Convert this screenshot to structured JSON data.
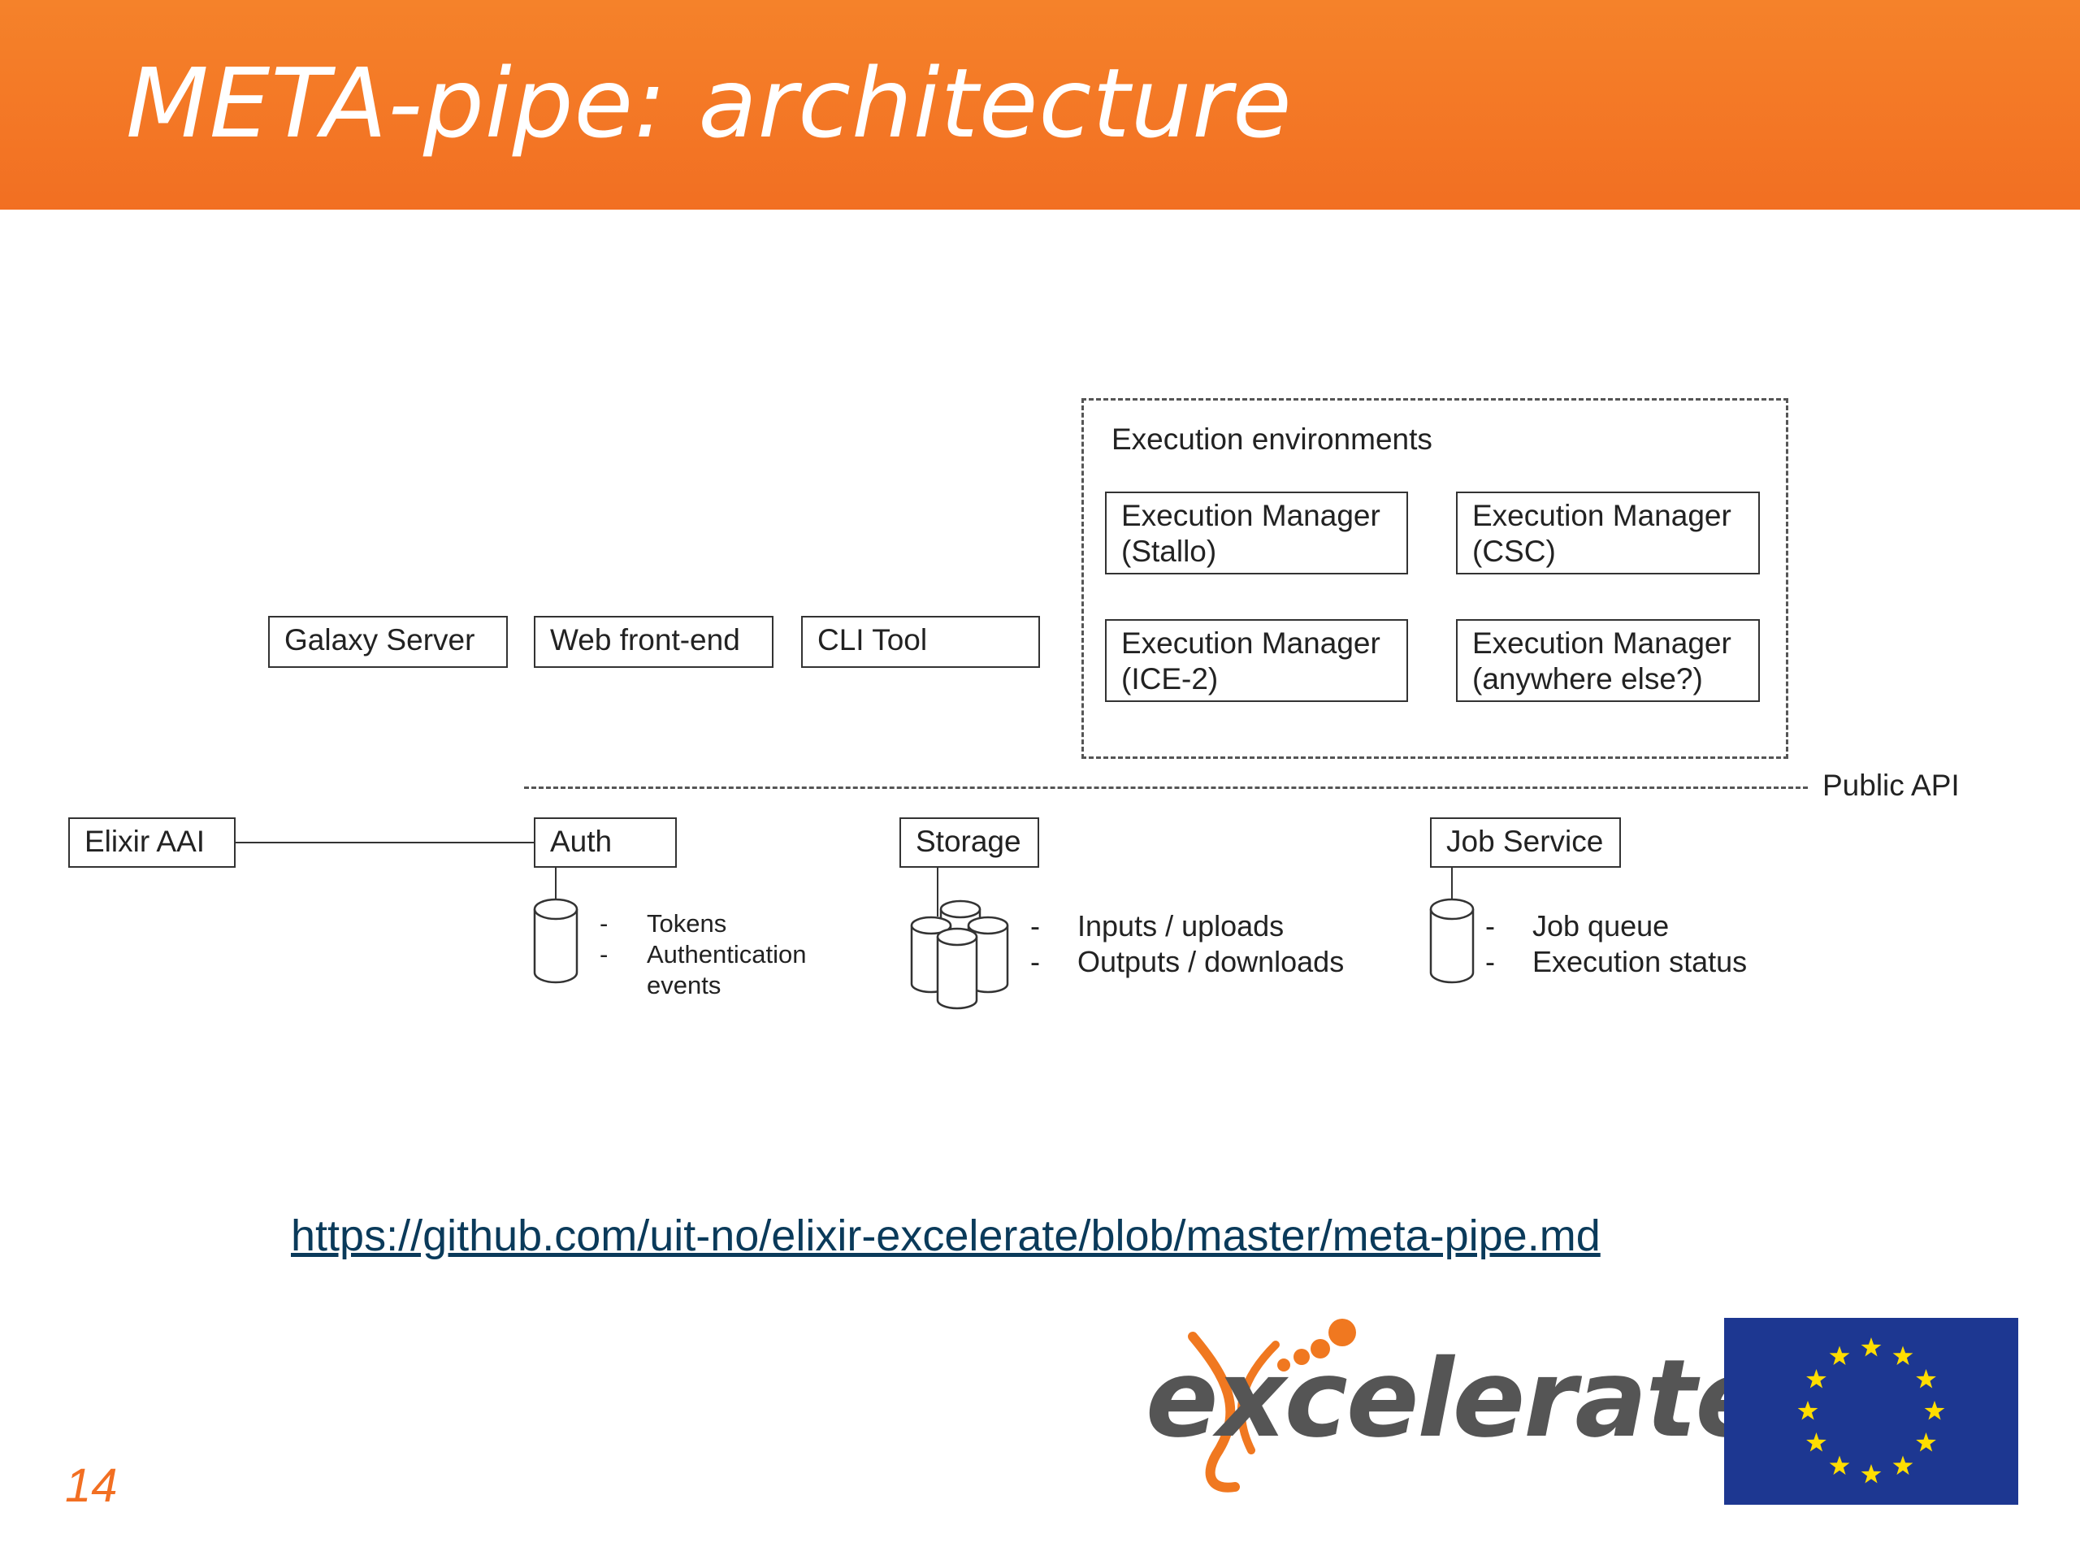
{
  "slide": {
    "title": "META-pipe: architecture",
    "page_number": "14",
    "link": "https://github.com/uit-no/elixir-excelerate/blob/master/meta-pipe.md",
    "header_color": "#f26f22"
  },
  "diagram": {
    "clients": [
      "Galaxy Server",
      "Web front-end",
      "CLI Tool"
    ],
    "execution": {
      "title": "Execution environments",
      "managers": [
        {
          "line1": "Execution Manager",
          "line2": "(Stallo)"
        },
        {
          "line1": "Execution Manager",
          "line2": "(CSC)"
        },
        {
          "line1": "Execution Manager",
          "line2": "(ICE-2)"
        },
        {
          "line1": "Execution Manager",
          "line2": "(anywhere else?)"
        }
      ]
    },
    "public_api": "Public API",
    "services": {
      "elixir": "Elixir AAI",
      "auth": "Auth",
      "storage": "Storage",
      "job": "Job Service"
    },
    "auth_items": [
      "Tokens",
      "Authentication",
      "events"
    ],
    "storage_items": [
      "Inputs / uploads",
      "Outputs / downloads"
    ],
    "job_items": [
      "Job queue",
      "Execution status"
    ],
    "bullet_dash": "-"
  },
  "logos": {
    "excelerate": "excelerate",
    "eu_flag_color": "#1d3791",
    "eu_star_color": "#ffdd00"
  }
}
